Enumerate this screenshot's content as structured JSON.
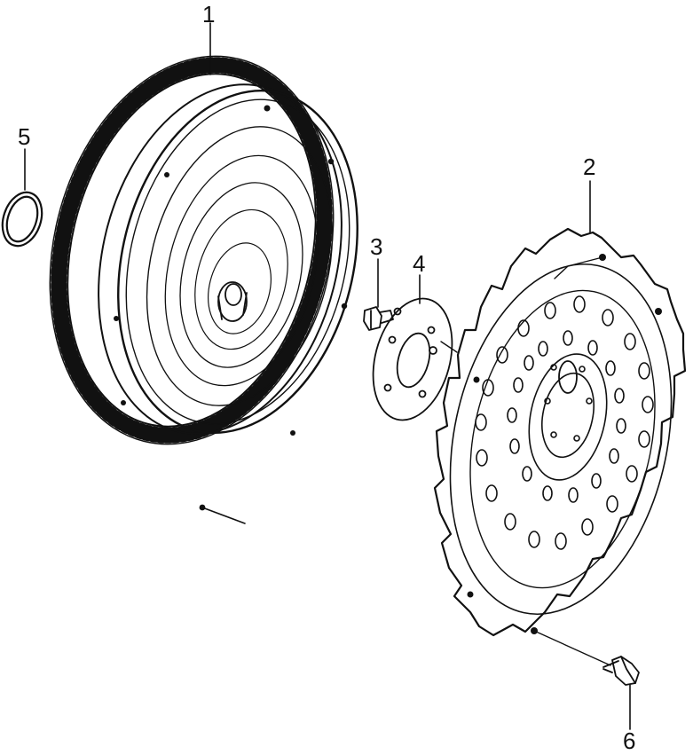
{
  "diagram": {
    "callouts": [
      {
        "id": "part-1",
        "label": "1"
      },
      {
        "id": "part-2",
        "label": "2"
      },
      {
        "id": "part-3",
        "label": "3"
      },
      {
        "id": "part-4",
        "label": "4"
      },
      {
        "id": "part-5",
        "label": "5"
      },
      {
        "id": "part-6",
        "label": "6"
      }
    ]
  },
  "colors": {
    "ink": "#111111",
    "paper": "#ffffff"
  }
}
